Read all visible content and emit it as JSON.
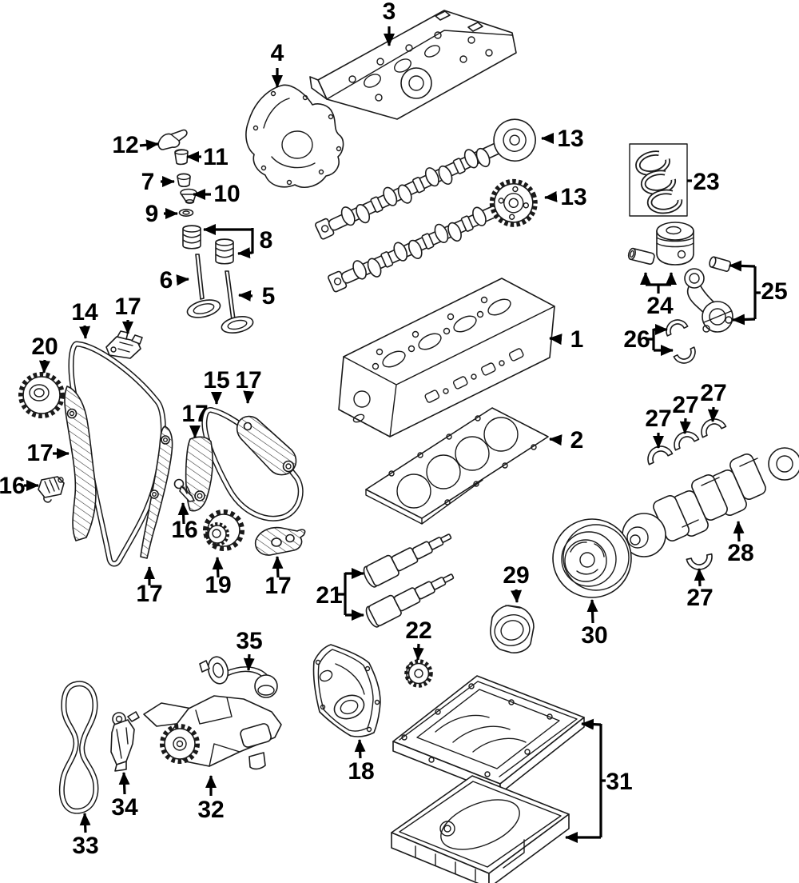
{
  "diagram": {
    "kind": "exploded-parts-diagram",
    "colors": {
      "line": "#1a1a1a",
      "label": "#000000",
      "background": "#ffffff"
    },
    "callouts": [
      {
        "label": "3",
        "target": "valve-cover"
      },
      {
        "label": "4",
        "target": "upper-timing-cover"
      },
      {
        "label": "12",
        "target": "rocker-arm"
      },
      {
        "label": "11",
        "target": "hydraulic-lifter"
      },
      {
        "label": "7",
        "target": "valve-spring-cap"
      },
      {
        "label": "10",
        "target": "valve-spring-retainer"
      },
      {
        "label": "9",
        "target": "valve-spring-seat"
      },
      {
        "label": "8",
        "target": "valve-springs"
      },
      {
        "label": "6",
        "target": "intake-valve"
      },
      {
        "label": "5",
        "target": "exhaust-valve"
      },
      {
        "label": "14",
        "target": "primary-timing-chain"
      },
      {
        "label": "17",
        "target": "chain-guide-upper"
      },
      {
        "label": "20",
        "target": "idler-sprocket"
      },
      {
        "label": "15",
        "target": "secondary-timing-chain"
      },
      {
        "label": "17",
        "target": "chain-guide-right-upper"
      },
      {
        "label": "17",
        "target": "chain-guide-center"
      },
      {
        "label": "17",
        "target": "chain-guide-left"
      },
      {
        "label": "16",
        "target": "chain-tensioner"
      },
      {
        "label": "16",
        "target": "tensioner-bolt"
      },
      {
        "label": "19",
        "target": "balance-sprocket"
      },
      {
        "label": "17",
        "target": "chain-guide-lower-right"
      },
      {
        "label": "17",
        "target": "chain-guide-lower"
      },
      {
        "label": "1",
        "target": "cylinder-head"
      },
      {
        "label": "2",
        "target": "head-gasket"
      },
      {
        "label": "13",
        "target": "camshaft-exhaust"
      },
      {
        "label": "13",
        "target": "camshaft-intake"
      },
      {
        "label": "23",
        "target": "piston-ring-set"
      },
      {
        "label": "24",
        "target": "piston-and-pin"
      },
      {
        "label": "25",
        "target": "connecting-rod"
      },
      {
        "label": "26",
        "target": "rod-bearings"
      },
      {
        "label": "27",
        "target": "main-bearing"
      },
      {
        "label": "27",
        "target": "main-bearing"
      },
      {
        "label": "27",
        "target": "main-bearing"
      },
      {
        "label": "28",
        "target": "crankshaft"
      },
      {
        "label": "27",
        "target": "main-bearing-lower"
      },
      {
        "label": "29",
        "target": "rear-main-seal"
      },
      {
        "label": "30",
        "target": "crankshaft-pulley"
      },
      {
        "label": "21",
        "target": "balance-shafts"
      },
      {
        "label": "22",
        "target": "balance-shaft-gear"
      },
      {
        "label": "35",
        "target": "oil-pickup-tube"
      },
      {
        "label": "18",
        "target": "lower-timing-cover"
      },
      {
        "label": "31",
        "target": "oil-pan-set"
      },
      {
        "label": "32",
        "target": "oil-pump"
      },
      {
        "label": "33",
        "target": "oil-pump-chain"
      },
      {
        "label": "34",
        "target": "oil-pump-chain-tensioner"
      }
    ]
  }
}
